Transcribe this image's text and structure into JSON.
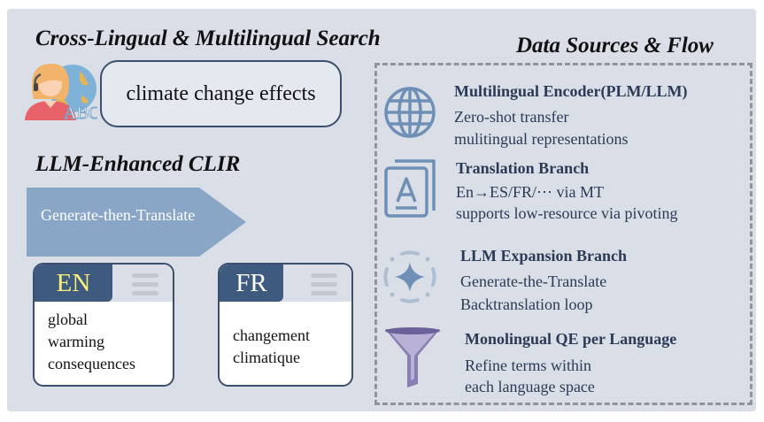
{
  "left_title": "Cross-Lingual & Multilingual Search",
  "right_title": "Data Sources & Flow",
  "query_text": "climate change effects",
  "avatar_icon": "user-headset-globe-icon",
  "avatar_badge": "ABC",
  "clir_title": "LLM-Enhanced CLIR",
  "arrow_label": "Generate-then-Translate",
  "lang_cards": [
    {
      "code": "EN",
      "code_color": "#f7f07a",
      "lines": [
        "global",
        "warming",
        "consequences"
      ]
    },
    {
      "code": "FR",
      "code_color": "#ffffff",
      "lines": [
        "changement",
        "climatique"
      ]
    }
  ],
  "sources": [
    {
      "icon": "globe-icon",
      "title": "Multilingual Encoder(PLM/LLM)",
      "lines": [
        "Zero-shot transfer",
        "mulitingual representations"
      ]
    },
    {
      "icon": "translate-document-icon",
      "title": "Translation Branch",
      "lines": [
        "En→ES/FR/⋯ via MT",
        "supports low-resource via pivoting"
      ]
    },
    {
      "icon": "sparkle-expand-icon",
      "title": "LLM Expansion Branch",
      "lines": [
        "Generate-the-Translate",
        "Backtranslation loop"
      ]
    },
    {
      "icon": "funnel-icon",
      "title": "Monolingual QE per Language",
      "lines": [
        "Refine terms within",
        "each language space"
      ]
    }
  ],
  "colors": {
    "panel": "#d9dee7",
    "navy": "#3b4f6e",
    "arrow": "#8aa6c7",
    "icon_blue": "#6f90b6",
    "funnel": "#8a7fb3"
  }
}
